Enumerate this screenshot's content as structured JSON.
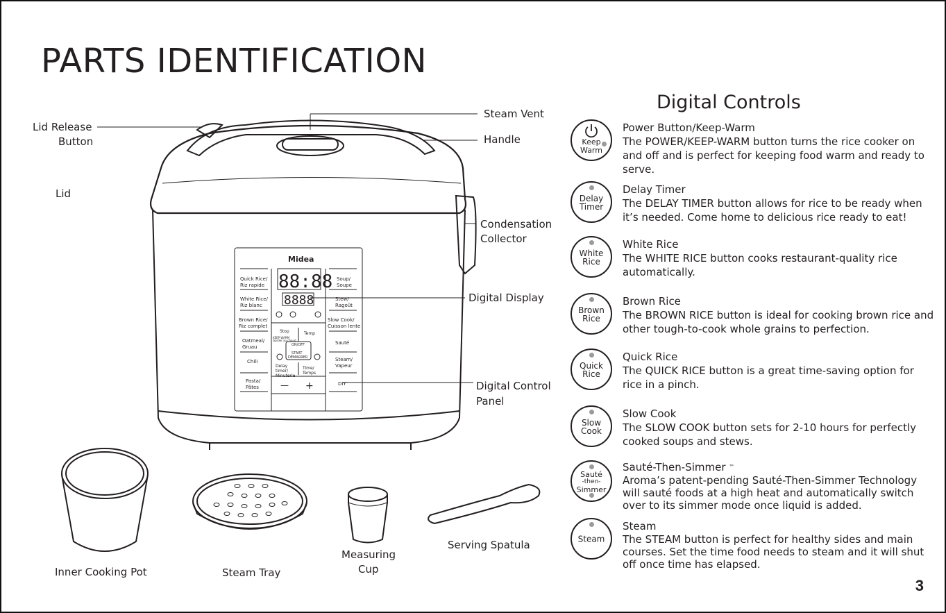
{
  "title": "PARTS IDENTIFICATION",
  "parts": {
    "lid_release_1": "Lid Release",
    "lid_release_2": "Button",
    "lid": "Lid",
    "steam_vent": "Steam Vent",
    "handle": "Handle",
    "condensation_1": "Condensation",
    "condensation_2": "Collector",
    "digital_display": "Digital Display",
    "control_panel_1": "Digital Control",
    "control_panel_2": "Panel",
    "inner_pot": "Inner Cooking Pot",
    "steam_tray": "Steam Tray",
    "measuring_1": "Measuring",
    "measuring_2": "Cup",
    "spatula": "Serving Spatula"
  },
  "panel": {
    "brand": "Midea",
    "time": "88:88",
    "temp": "8888",
    "left_buttons": [
      "Quick Rice/",
      "Riz rapide",
      "White Rice/",
      "Riz blanc",
      "Brown Rice/",
      "Riz complet",
      "Oatmeal/",
      "Gruau",
      "Chili",
      "Pasta/",
      "Pâtes"
    ],
    "right_buttons": [
      "Soup/",
      "Soupe",
      "Stew/",
      "Ragoût",
      "Slow Cook/",
      "Cuisson lente",
      "Sauté",
      "Steam/",
      "Vapeur",
      "DIY"
    ],
    "center": [
      "Stop",
      "Temp",
      "KEEP WARM",
      "Garder au chaud",
      "ON/OFF",
      "START",
      "DÉMARRER",
      "Delay",
      "timer/",
      "Minuterie",
      "Time/",
      "Temps"
    ],
    "minus": "—",
    "plus": "+"
  },
  "digital_controls_title": "Digital Controls",
  "controls": [
    {
      "button": [
        "Keep",
        "Warm"
      ],
      "head": "Power Button/Keep-Warm",
      "body": "The POWER/KEEP-WARM button turns the rice cooker on and off and is perfect for keeping food warm and ready to serve."
    },
    {
      "button": [
        "Delay",
        "Timer"
      ],
      "head": "Delay Timer",
      "body": "The DELAY TIMER button allows for rice to be ready when it’s needed. Come home to delicious rice ready to eat!"
    },
    {
      "button": [
        "White",
        "Rice"
      ],
      "head": "White Rice",
      "body": "The WHITE RICE button cooks restaurant-quality rice automatically."
    },
    {
      "button": [
        "Brown",
        "Rice"
      ],
      "head": "Brown Rice",
      "body": "The BROWN RICE button is ideal for cooking brown rice and other tough-to-cook whole grains to perfection."
    },
    {
      "button": [
        "Quick",
        "Rice"
      ],
      "head": "Quick Rice",
      "body": "The QUICK RICE button is a great time-saving option for rice in a pinch."
    },
    {
      "button": [
        "Slow",
        "Cook"
      ],
      "head": "Slow Cook",
      "body": "The SLOW COOK button sets for 2-10 hours for perfectly cooked soups and stews."
    },
    {
      "button": [
        "Sauté",
        "-then-",
        "Simmer"
      ],
      "head": "Sauté-Then-Simmer",
      "body": "Aroma’s patent-pending Sauté-Then-Simmer Technology will sauté foods at a high heat and automatically switch over to its simmer mode once liquid is added."
    },
    {
      "button": [
        "Steam"
      ],
      "head": "Steam",
      "body": "The STEAM button is perfect for healthy sides and main courses. Set the time food needs to steam and it will shut off once time has elapsed."
    }
  ],
  "trademark": "™",
  "page_number": "3"
}
